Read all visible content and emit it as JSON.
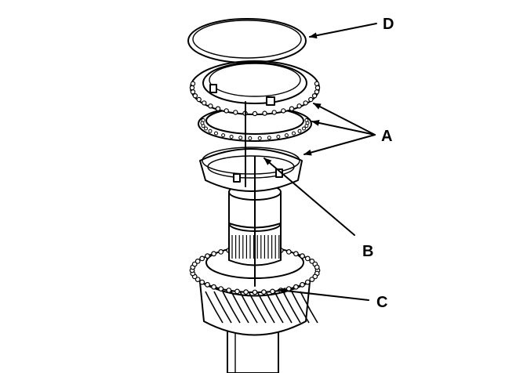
{
  "labels": {
    "A": "A",
    "B": "B",
    "C": "C",
    "D": "D"
  },
  "colors": {
    "ink": "#000000",
    "paper": "#ffffff"
  }
}
